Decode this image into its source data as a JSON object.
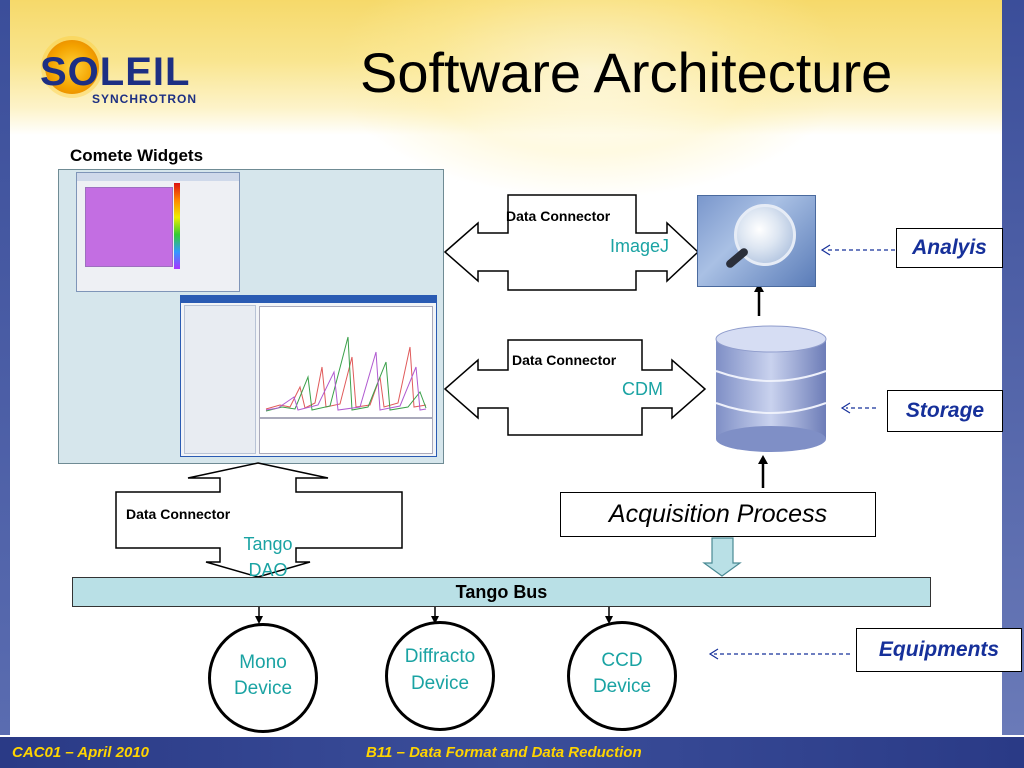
{
  "slide": {
    "title": "Software Architecture",
    "logo": {
      "name": "SOLEIL",
      "subtitle": "SYNCHROTRON"
    }
  },
  "widgets": {
    "title": "Comete Widgets"
  },
  "connectors": [
    {
      "label": "Data Connector",
      "tech": "ImageJ"
    },
    {
      "label": "Data Connector",
      "tech": "CDM"
    },
    {
      "label": "Data Connector",
      "tech": "Tango DAO"
    }
  ],
  "labels": {
    "analysis": "Analyis",
    "storage": "Storage",
    "equipments": "Equipments",
    "acquisition": "Acquisition Process"
  },
  "bus": {
    "label": "Tango  Bus"
  },
  "devices": [
    {
      "line1": "Mono",
      "line2": "Device"
    },
    {
      "line1": "Diffracto",
      "line2": "Device"
    },
    {
      "line1": "CCD",
      "line2": "Device"
    }
  ],
  "footer": {
    "left": "CAC01 – April 2010",
    "center": "B11 – Data Format and Data Reduction"
  },
  "colors": {
    "accent_blue": "#16309a",
    "teal_text": "#1aa3a3",
    "bus_fill": "#b9e0e6",
    "footer_bg": "#2a3a86",
    "footer_text": "#ffd400"
  }
}
